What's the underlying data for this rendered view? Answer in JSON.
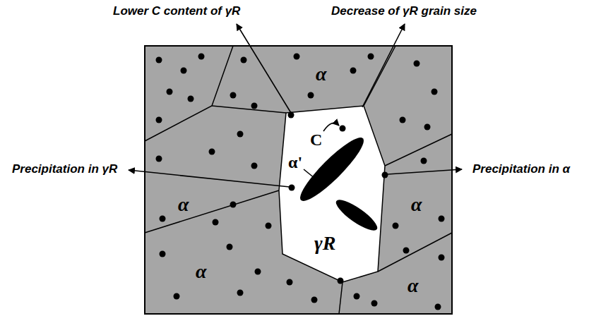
{
  "diagram": {
    "nodes": [
      {
        "text": [
          "α"
        ]
      },
      {
        "text": [
          "α"
        ]
      },
      {
        "text": [
          "α"
        ]
      },
      {
        "text": [
          "α"
        ]
      },
      {
        "text": [
          "α"
        ]
      },
      {
        "text": [
          "γR"
        ]
      }
    ],
    "labels": [
      "Lower C content of γR",
      "Decrease of γR grain size",
      "Precipitation in γR",
      "Precipitation in α",
      "C",
      "α'"
    ]
  }
}
